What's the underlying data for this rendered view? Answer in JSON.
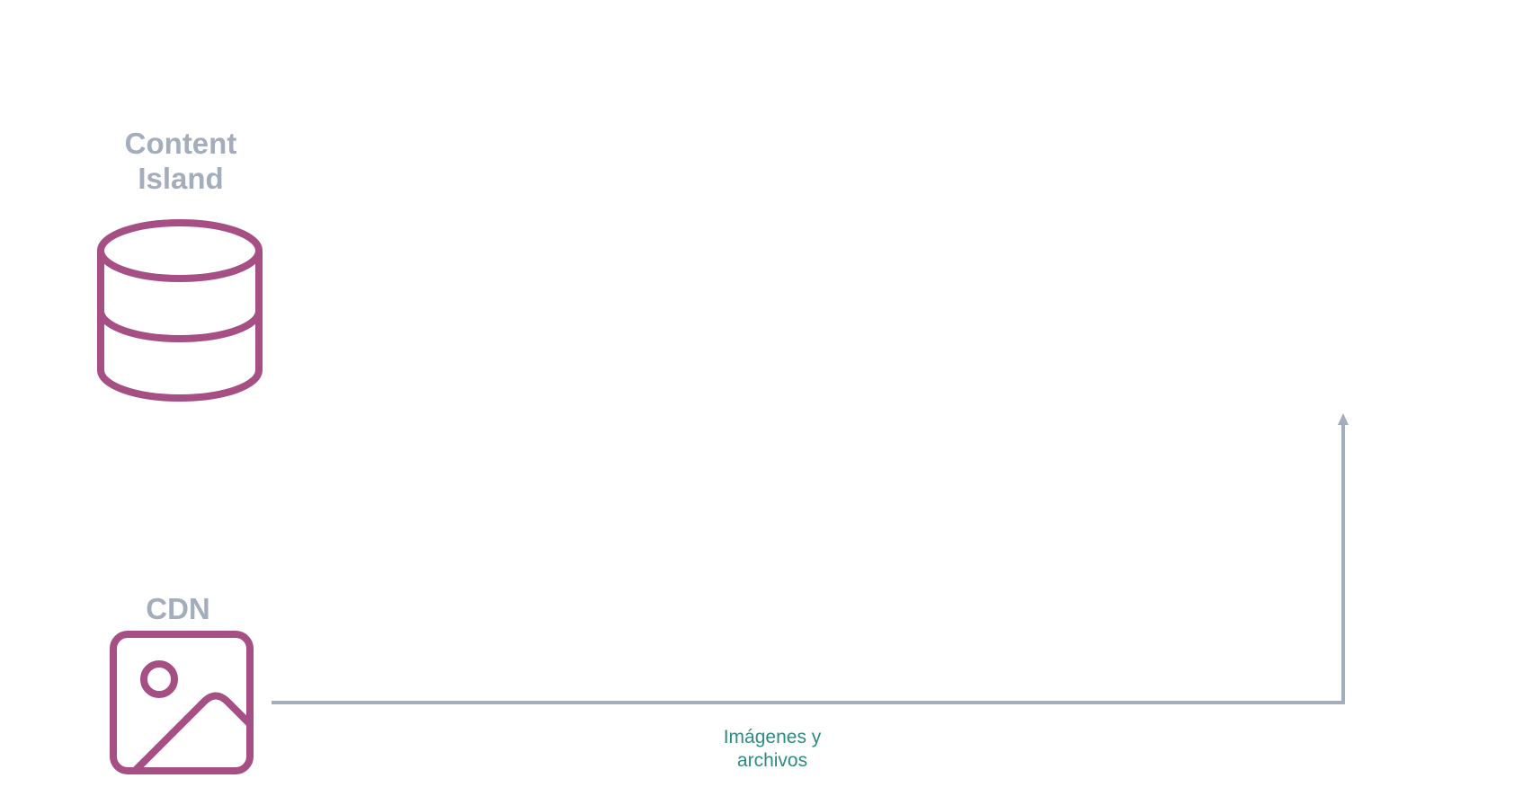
{
  "colors": {
    "icon": "#a54f85",
    "title_text": "#a3adbb",
    "connector": "#a3adbb",
    "edge_label_text": "#2f8a82",
    "background": "#ffffff"
  },
  "nodes": {
    "content_island": {
      "title": "Content\nIsland",
      "icon": "database-icon"
    },
    "cdn": {
      "title": "CDN",
      "icon": "image-icon"
    }
  },
  "edges": [
    {
      "from": "CDN",
      "label": "Imágenes y\narchivos"
    }
  ]
}
